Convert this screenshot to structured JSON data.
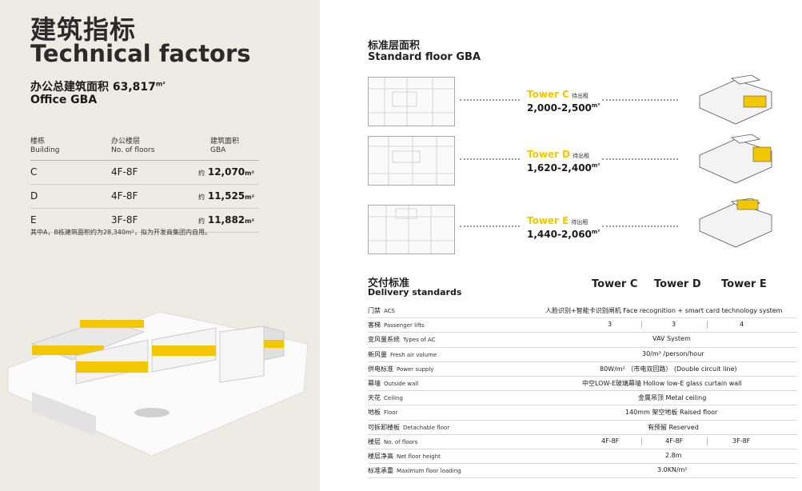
{
  "left": {
    "title_cn": "建筑指标",
    "title_en": "Technical factors",
    "gba_cn": "办公总建筑面积 63,817",
    "gba_unit": "m²",
    "gba_en": "Office GBA",
    "table_headers": [
      {
        "cn": "楼栋",
        "en": "Building"
      },
      {
        "cn": "办公楼层",
        "en": "No. of floors"
      },
      {
        "cn": "建筑面积",
        "en": "GBA"
      }
    ],
    "rows": [
      {
        "building": "C",
        "floors": "4F-8F",
        "approx": "约",
        "gba": "12,070",
        "unit": "m²"
      },
      {
        "building": "D",
        "floors": "4F-8F",
        "approx": "约",
        "gba": "11,525",
        "unit": "m²"
      },
      {
        "building": "E",
        "floors": "3F-8F",
        "approx": "约",
        "gba": "11,882",
        "unit": "m²"
      }
    ],
    "note": "其中A，B栋建筑面积约为28,340m²，拟为开发商集团内自用。"
  },
  "right": {
    "std_title_cn": "标准层面积",
    "std_title_en": "Standard floor GBA",
    "towers": [
      {
        "name": "Tower C",
        "tag": "待出租",
        "area": "2,000-2,500",
        "unit": "m²"
      },
      {
        "name": "Tower D",
        "tag": "待出租",
        "area": "1,620-2,400",
        "unit": "m²"
      },
      {
        "name": "Tower E",
        "tag": "待出租",
        "area": "1,440-2,060",
        "unit": "m²"
      }
    ],
    "delivery_cn": "交付标准",
    "delivery_en": "Delivery standards",
    "col_headers": [
      "Tower C",
      "Tower D",
      "Tower E"
    ],
    "rows": [
      {
        "cn": "门禁",
        "en": "ACS",
        "span": "人脸识别+智能卡识别闸机  Face recognition + smart card technology system"
      },
      {
        "cn": "客梯",
        "en": "Passenger lifts",
        "c": "3",
        "d": "3",
        "e": "4"
      },
      {
        "cn": "变风量系统",
        "en": "Types of AC",
        "span": "VAV System"
      },
      {
        "cn": "新风量",
        "en": "Fresh air volume",
        "span": "30/m³ /person/hour"
      },
      {
        "cn": "供电标准",
        "en": "Power supply",
        "span": "80W/m² （市电双回路）  (Double circuit line)"
      },
      {
        "cn": "幕墙",
        "en": "Outside wall",
        "span": "中空LOW-E玻璃幕墙  Hollow low-E glass curtain wall"
      },
      {
        "cn": "天花",
        "en": "Ceiling",
        "span": "金属吊顶  Metal ceiling"
      },
      {
        "cn": "地板",
        "en": "Floor",
        "span": "140mm 架空地板  Raised floor"
      },
      {
        "cn": "可拆卸楼板",
        "en": "Detachable floor",
        "span": "有预留  Reserved"
      },
      {
        "cn": "楼层",
        "en": "No. of floors",
        "c": "4F-8F",
        "d": "4F-8F",
        "e": "3F-8F"
      },
      {
        "cn": "楼层净高",
        "en": "Net floor height",
        "span": "2.8m"
      },
      {
        "cn": "标准承重",
        "en": "Maximum floor loading",
        "span": "3.0KN/m²"
      }
    ]
  },
  "colors": {
    "left_bg": "#eeebe4",
    "accent_yellow": "#f2c700",
    "text": "#1a1a1a"
  }
}
